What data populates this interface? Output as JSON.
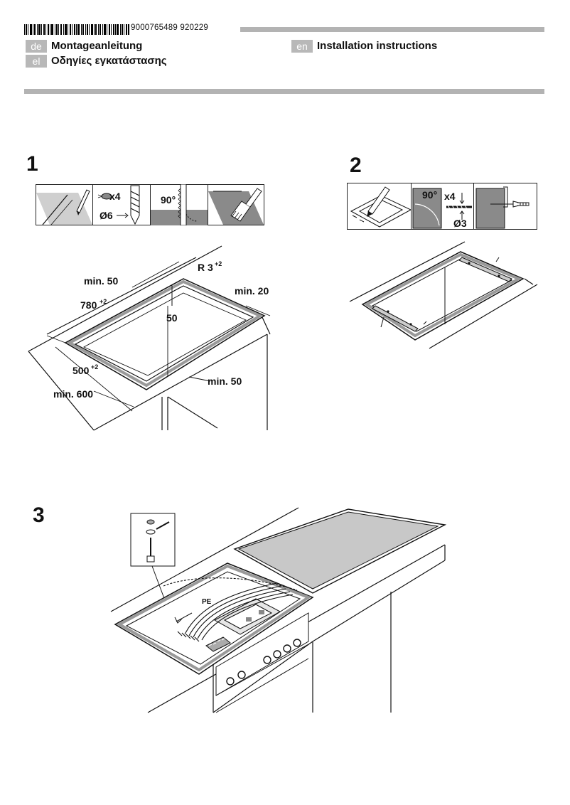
{
  "header": {
    "document_number": "9000765489 920229",
    "languages": [
      {
        "code": "de",
        "title": "Montageanleitung"
      },
      {
        "code": "el",
        "title": "Οδηγίες εγκατάστασης"
      },
      {
        "code": "en",
        "title": "Installation instructions"
      }
    ]
  },
  "step1": {
    "number": "1",
    "icons": {
      "screws": "x4",
      "drill_diameter": "Ø6",
      "angle": "90°"
    },
    "dims": {
      "min50_top": "min. 50",
      "radius": "R 3",
      "radius_tol": "+2",
      "min20": "min. 20",
      "width": "780",
      "width_tol": "+2",
      "depth_50": "50",
      "depth": "500",
      "depth_tol": "+2",
      "min50_front": "min. 50",
      "min600": "min. 600"
    }
  },
  "step2": {
    "number": "2",
    "icons": {
      "angle": "90°",
      "screws": "x4",
      "screw_diameter": "Ø3"
    }
  },
  "step3": {
    "number": "3",
    "pe_label": "PE"
  }
}
